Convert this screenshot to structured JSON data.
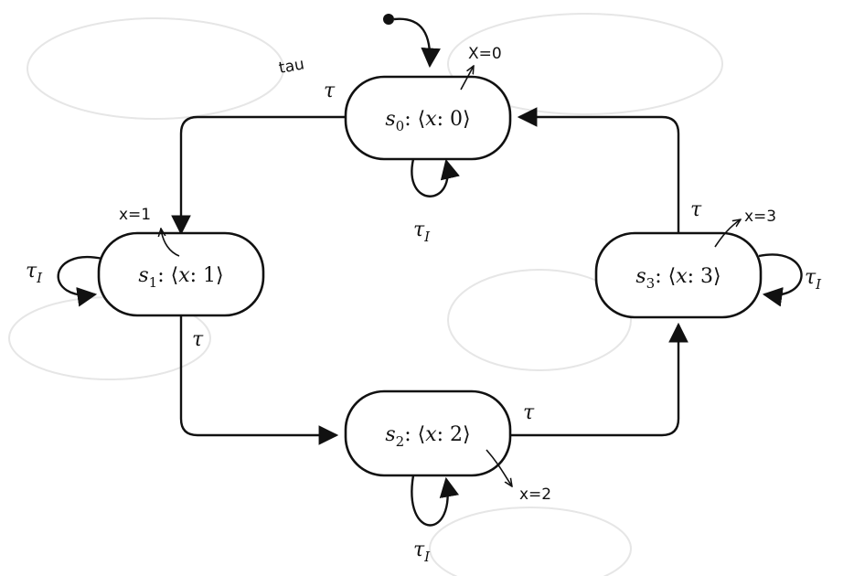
{
  "states": [
    {
      "id": "s0",
      "name": "s",
      "sub": "0",
      "var": "x",
      "value": "0",
      "annotation": "X=0"
    },
    {
      "id": "s1",
      "name": "s",
      "sub": "1",
      "var": "x",
      "value": "1",
      "annotation": "x=1"
    },
    {
      "id": "s2",
      "name": "s",
      "sub": "2",
      "var": "x",
      "value": "2",
      "annotation": "x=2"
    },
    {
      "id": "s3",
      "name": "s",
      "sub": "3",
      "var": "x",
      "value": "3",
      "annotation": "x=3"
    }
  ],
  "transitions": [
    {
      "from": "s0",
      "to": "s1",
      "label": "τ",
      "note": "tau"
    },
    {
      "from": "s1",
      "to": "s2",
      "label": "τ"
    },
    {
      "from": "s2",
      "to": "s3",
      "label": "τ"
    },
    {
      "from": "s3",
      "to": "s0",
      "label": "τ"
    }
  ],
  "idle_loops": [
    {
      "state": "s0",
      "label": "τ",
      "sub": "I"
    },
    {
      "state": "s1",
      "label": "τ",
      "sub": "I"
    },
    {
      "state": "s2",
      "label": "τ",
      "sub": "I"
    },
    {
      "state": "s3",
      "label": "τ",
      "sub": "I"
    }
  ],
  "initial_state": "s0"
}
